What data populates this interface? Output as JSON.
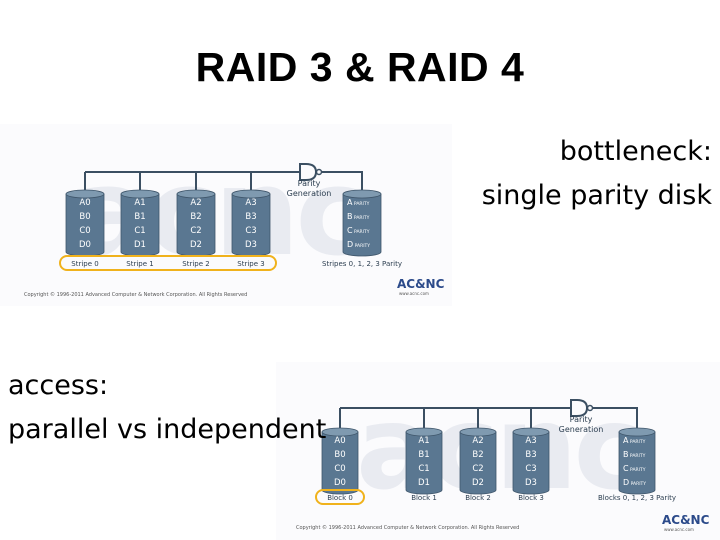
{
  "title": "RAID 3 & RAID 4",
  "notes": {
    "right_line1": "bottleneck:",
    "right_line2": "single parity disk",
    "left_line1": "access:",
    "left_line2": "parallel vs independent"
  },
  "figure_raid3": {
    "disks": [
      {
        "blocks": [
          "A0",
          "B0",
          "C0",
          "D0"
        ],
        "label": "Stripe 0"
      },
      {
        "blocks": [
          "A1",
          "B1",
          "C1",
          "D1"
        ],
        "label": "Stripe 1"
      },
      {
        "blocks": [
          "A2",
          "B2",
          "C2",
          "D2"
        ],
        "label": "Stripe 2"
      },
      {
        "blocks": [
          "A3",
          "B3",
          "C3",
          "D3"
        ],
        "label": "Stripe 3"
      }
    ],
    "parity_disk": {
      "blocks": [
        {
          "letter": "A",
          "suffix": "PARITY"
        },
        {
          "letter": "B",
          "suffix": "PARITY"
        },
        {
          "letter": "C",
          "suffix": "PARITY"
        },
        {
          "letter": "D",
          "suffix": "PARITY"
        }
      ],
      "label": "Stripes 0, 1, 2, 3 Parity"
    },
    "gate_label_line1": "Parity",
    "gate_label_line2": "Generation",
    "watermark": "acnc",
    "logo": "AC&NC",
    "logo_url": "www.acnc.com",
    "copyright": "Copyright © 1996-2011 Advanced Computer & Network Corporation. All Rights Reserved"
  },
  "figure_raid4": {
    "disks": [
      {
        "blocks": [
          "A0",
          "B0",
          "C0",
          "D0"
        ],
        "label": "Block 0"
      },
      {
        "blocks": [
          "A1",
          "B1",
          "C1",
          "D1"
        ],
        "label": "Block 1"
      },
      {
        "blocks": [
          "A2",
          "B2",
          "C2",
          "D2"
        ],
        "label": "Block 2"
      },
      {
        "blocks": [
          "A3",
          "B3",
          "C3",
          "D3"
        ],
        "label": "Block 3"
      }
    ],
    "parity_disk": {
      "blocks": [
        {
          "letter": "A",
          "suffix": "PARITY"
        },
        {
          "letter": "B",
          "suffix": "PARITY"
        },
        {
          "letter": "C",
          "suffix": "PARITY"
        },
        {
          "letter": "D",
          "suffix": "PARITY"
        }
      ],
      "label": "Blocks 0, 1, 2, 3 Parity"
    },
    "gate_label_line1": "Parity",
    "gate_label_line2": "Generation",
    "watermark": "acnc",
    "logo": "AC&NC",
    "logo_url": "www.acnc.com",
    "copyright": "Copyright © 1996-2011 Advanced Computer & Network Corporation. All Rights Reserved"
  },
  "colors": {
    "disk_fill": "#5a7791",
    "disk_top": "#7f9ab0",
    "disk_edge": "#3f566b",
    "block_text": "#ffffff",
    "wire": "#3b4f62",
    "highlight": "#f0b21c",
    "label_text": "#2c3e50",
    "watermark": "#e9ebf1",
    "logo_blue": "#2b4a8a",
    "logo_red": "#c0282d"
  }
}
